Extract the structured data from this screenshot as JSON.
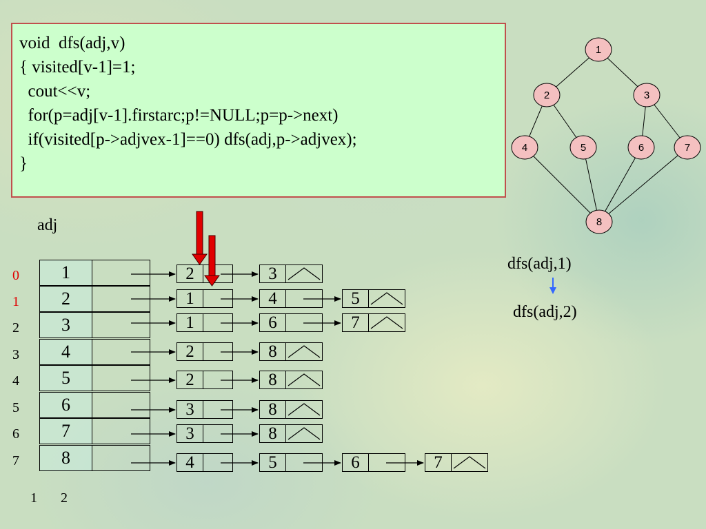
{
  "code": {
    "lines": [
      "void  dfs(adj,v)",
      "{ visited[v-1]=1;",
      "  cout<<v;",
      "  for(p=adj[v-1].firstarc;p!=NULL;p=p->next)",
      "  if(visited[p->adjvex-1]==0) dfs(adj,p->adjvex);",
      "}"
    ]
  },
  "adj_label": "adj",
  "visited": {
    "indices": [
      "0",
      "1",
      "2",
      "3",
      "4",
      "5",
      "6",
      "7"
    ],
    "highlighted_count": 2,
    "highlight_color": "#e00000",
    "output": [
      "1",
      "2"
    ]
  },
  "vertices": [
    "1",
    "2",
    "3",
    "4",
    "5",
    "6",
    "7",
    "8"
  ],
  "adjacency_lists": [
    [
      "2",
      "3"
    ],
    [
      "1",
      "4",
      "5"
    ],
    [
      "1",
      "6",
      "7"
    ],
    [
      "2",
      "8"
    ],
    [
      "2",
      "8"
    ],
    [
      "3",
      "8"
    ],
    [
      "3",
      "8"
    ],
    [
      "4",
      "5",
      "6",
      "7"
    ]
  ],
  "graph": {
    "nodes": [
      "1",
      "2",
      "3",
      "4",
      "5",
      "6",
      "7",
      "8"
    ],
    "edges": [
      [
        "1",
        "2"
      ],
      [
        "1",
        "3"
      ],
      [
        "2",
        "4"
      ],
      [
        "2",
        "5"
      ],
      [
        "3",
        "6"
      ],
      [
        "3",
        "7"
      ],
      [
        "4",
        "8"
      ],
      [
        "5",
        "8"
      ],
      [
        "6",
        "8"
      ],
      [
        "7",
        "8"
      ]
    ],
    "node_fill": "#f4c0c0"
  },
  "calls": [
    "dfs(adj,1)",
    "dfs(adj,2)"
  ],
  "colors": {
    "code_bg": "#ccffcc",
    "code_border": "#c0504d",
    "pointer_arrow": "#e00000",
    "call_arrow": "#3366ff"
  }
}
